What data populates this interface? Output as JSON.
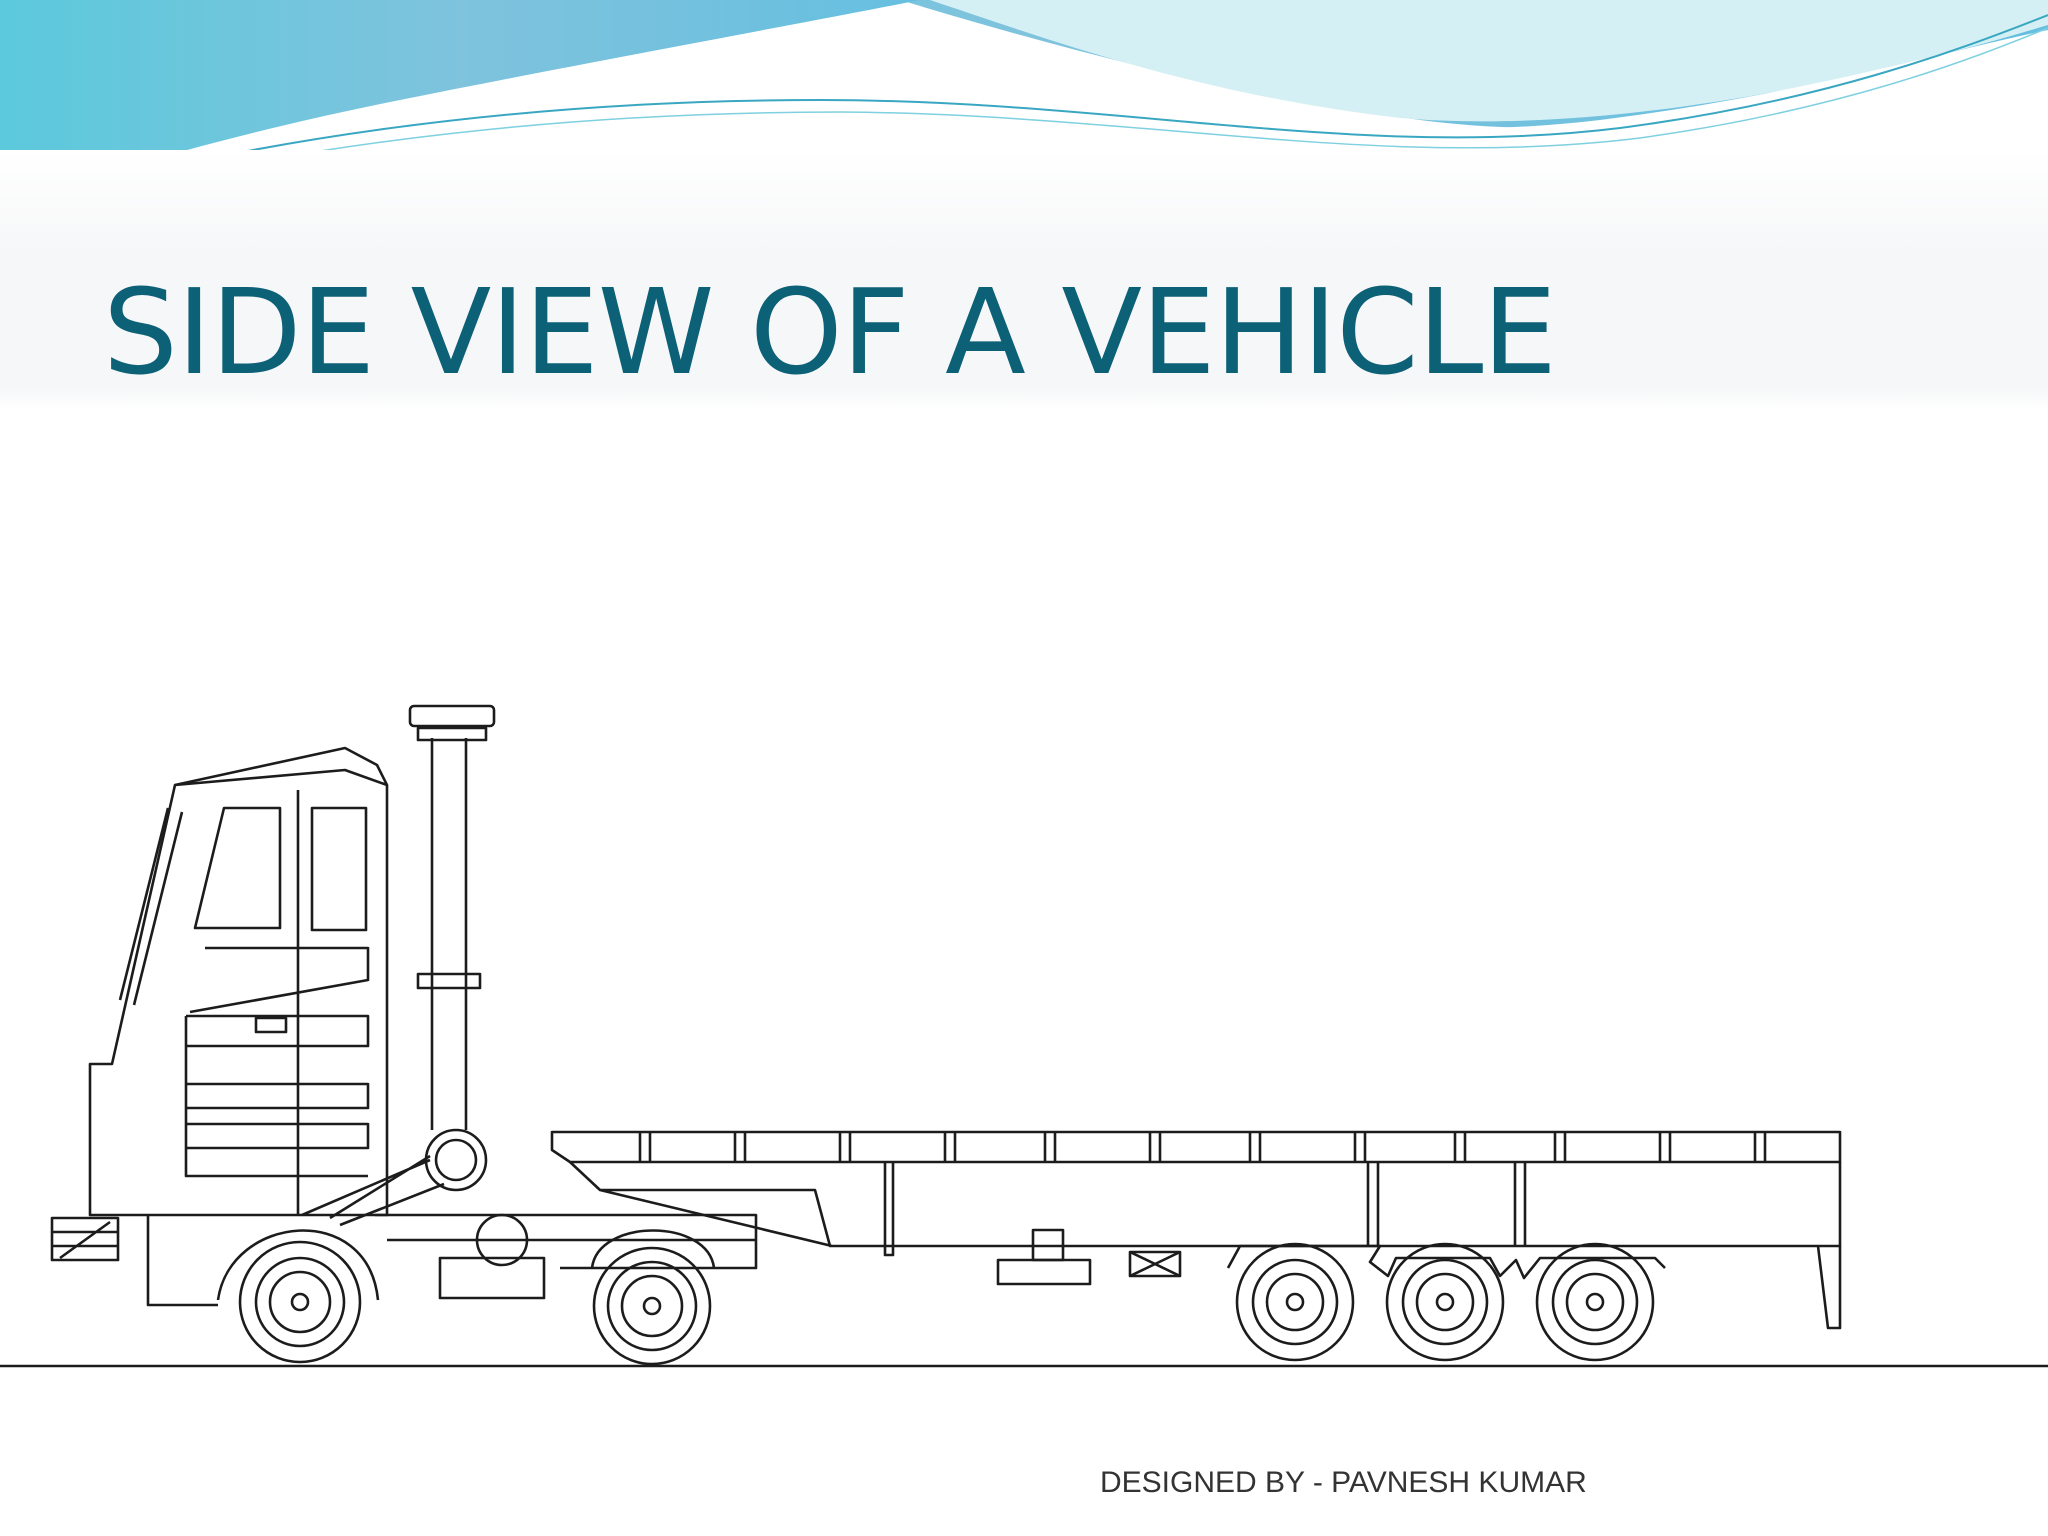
{
  "slide": {
    "title": "SIDE VIEW OF A VEHICLE",
    "credit": "DESIGNED BY - PAVNESH KUMAR"
  },
  "colors": {
    "title": "#0d6177",
    "wave_dark": "#5fbfd8",
    "wave_light": "#a8e3ee",
    "drawing_line": "#1c1c1c"
  },
  "drawing": {
    "subject": "tractor-trailer truck with flatbed trailer",
    "tractor_axles": 2,
    "trailer_axles": 3
  }
}
